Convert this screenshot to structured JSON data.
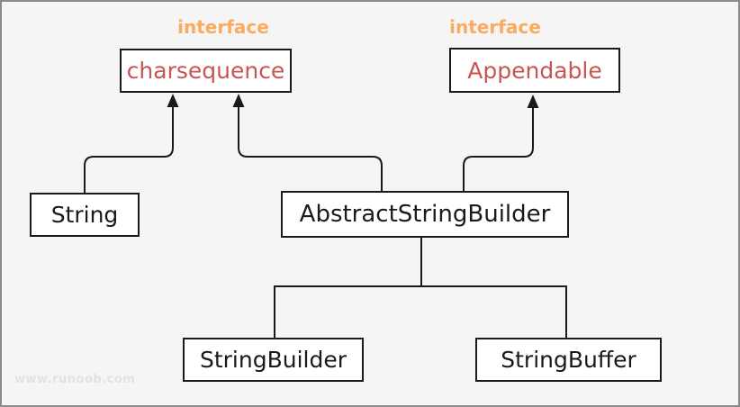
{
  "diagram": {
    "stereotypes": {
      "left": "interface",
      "right": "interface"
    },
    "nodes": {
      "charsequence": {
        "label": "charsequence"
      },
      "appendable": {
        "label": "Appendable"
      },
      "string": {
        "label": "String"
      },
      "abstract_string_builder": {
        "label": "AbstractStringBuilder"
      },
      "string_builder": {
        "label": "StringBuilder"
      },
      "string_buffer": {
        "label": "StringBuffer"
      }
    },
    "edges": [
      {
        "from": "String",
        "to": "charsequence",
        "style": "arrow-up"
      },
      {
        "from": "AbstractStringBuilder",
        "to": "charsequence",
        "style": "arrow-up"
      },
      {
        "from": "AbstractStringBuilder",
        "to": "Appendable",
        "style": "arrow-up"
      },
      {
        "from": "AbstractStringBuilder",
        "to": "StringBuilder",
        "style": "plain-line"
      },
      {
        "from": "AbstractStringBuilder",
        "to": "StringBuffer",
        "style": "plain-line"
      }
    ],
    "watermark": "www.runoob.com",
    "colors": {
      "canvas_bg": "#f5f5f5",
      "frame_border": "#8b8b8b",
      "box_bg": "#ffffff",
      "line": "#1a1a1a",
      "class_name": "#1a1a1a",
      "interface_label": "#f9ab62",
      "interface_name": "#c75551",
      "watermark": "#e2e2e2"
    }
  }
}
